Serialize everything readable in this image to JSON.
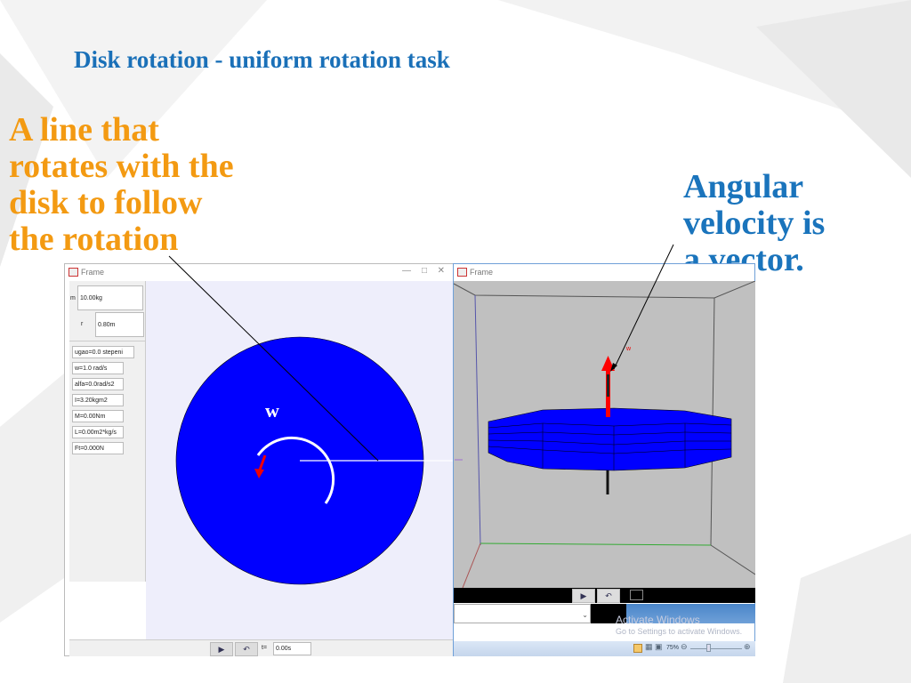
{
  "slide": {
    "title": "Disk rotation - uniform rotation task",
    "annotation_left": [
      "A line that",
      "rotates with the",
      "disk to follow",
      "the rotation"
    ],
    "annotation_right": [
      "Angular",
      "velocity is",
      "a vector."
    ]
  },
  "left_frame": {
    "title": "Frame",
    "inputs": {
      "m_label": "m",
      "m_value": "10.00kg",
      "r_label": "r",
      "r_value": "0.80m"
    },
    "readouts": [
      "ugao=0.0 stepeni",
      "w=1.0 rad/s",
      "alfa=0.0rad/s2",
      "I=3.20kgm2",
      "M=0.00Nm",
      "L=0.00m2*kg/s",
      "Ft=0.000N"
    ],
    "omega_label": "w",
    "time_label": "t=",
    "time_value": "0.00s",
    "disk_color": "#0000ff"
  },
  "right_frame": {
    "title": "Frame",
    "vector_label": "w"
  },
  "statusbar": {
    "zoom": "75%"
  },
  "watermark": {
    "line1": "Activate Windows",
    "line2": "Go to Settings to activate Windows."
  },
  "colors": {
    "title": "#1a70b8",
    "orange": "#f39a12",
    "annotation_blue": "#1a74bc"
  }
}
